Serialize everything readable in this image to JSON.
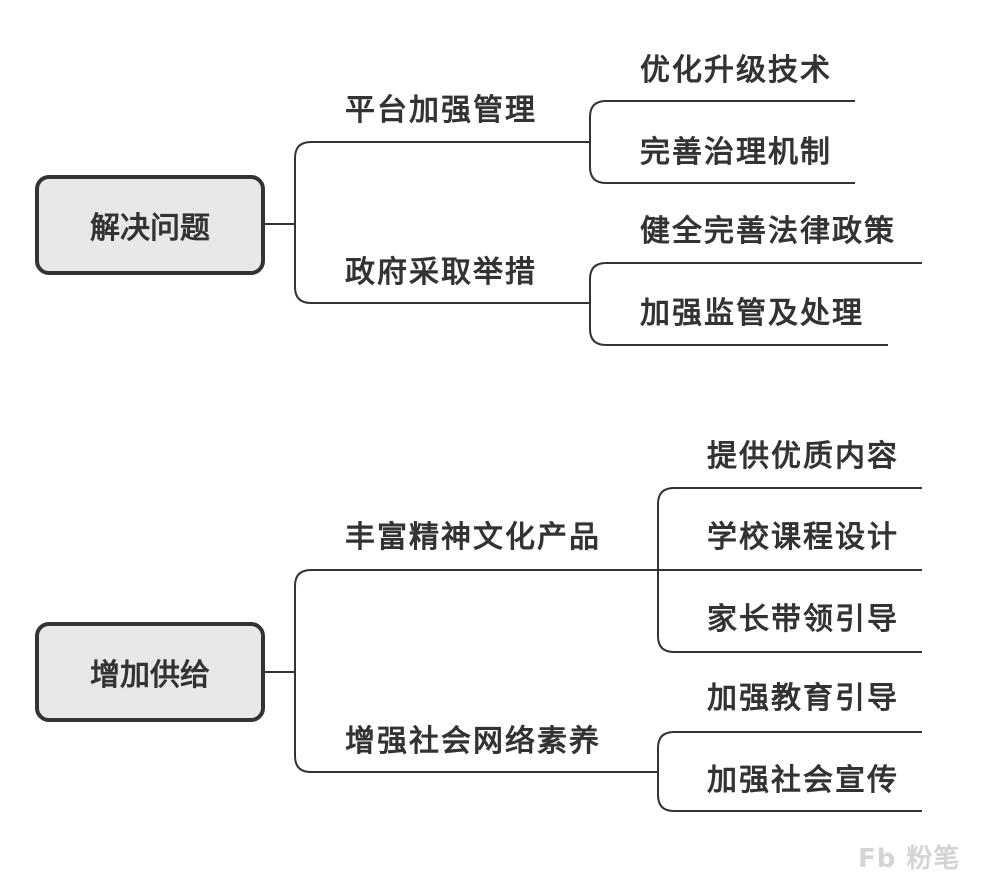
{
  "mindmaps": [
    {
      "root": "解决问题",
      "branches": [
        {
          "label": "平台加强管理",
          "leaves": [
            "优化升级技术",
            "完善治理机制"
          ]
        },
        {
          "label": "政府采取举措",
          "leaves": [
            "健全完善法律政策",
            "加强监管及处理"
          ]
        }
      ]
    },
    {
      "root": "增加供给",
      "branches": [
        {
          "label": "丰富精神文化产品",
          "leaves": [
            "提供优质内容",
            "学校课程设计",
            "家长带领引导"
          ]
        },
        {
          "label": "增强社会网络素养",
          "leaves": [
            "加强教育引导",
            "加强社会宣传"
          ]
        }
      ]
    }
  ],
  "watermark": "Fb 粉笔",
  "colors": {
    "line": "#333333",
    "root_fill": "#e8e8e8",
    "text": "#333333"
  }
}
